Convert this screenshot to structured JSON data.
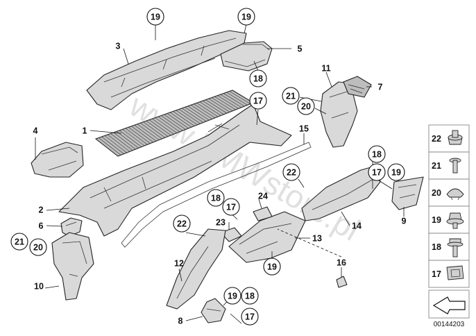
{
  "callouts": [
    {
      "label": "19",
      "circled": true
    },
    {
      "label": "19",
      "circled": true
    },
    {
      "label": "3",
      "circled": false
    },
    {
      "label": "5",
      "circled": false
    },
    {
      "label": "18",
      "circled": true
    },
    {
      "label": "17",
      "circled": true
    },
    {
      "label": "11",
      "circled": false
    },
    {
      "label": "7",
      "circled": false
    },
    {
      "label": "21",
      "circled": true
    },
    {
      "label": "20",
      "circled": true
    },
    {
      "label": "1",
      "circled": false
    },
    {
      "label": "4",
      "circled": false
    },
    {
      "label": "15",
      "circled": false
    },
    {
      "label": "18",
      "circled": true
    },
    {
      "label": "17",
      "circled": true
    },
    {
      "label": "19",
      "circled": true
    },
    {
      "label": "9",
      "circled": false
    },
    {
      "label": "22",
      "circled": true
    },
    {
      "label": "24",
      "circled": false
    },
    {
      "label": "2",
      "circled": false
    },
    {
      "label": "18",
      "circled": true
    },
    {
      "label": "17",
      "circled": true
    },
    {
      "label": "14",
      "circled": false
    },
    {
      "label": "6",
      "circled": false
    },
    {
      "label": "22",
      "circled": true
    },
    {
      "label": "23",
      "circled": false
    },
    {
      "label": "13",
      "circled": false
    },
    {
      "label": "21",
      "circled": true
    },
    {
      "label": "20",
      "circled": true
    },
    {
      "label": "12",
      "circled": false
    },
    {
      "label": "19",
      "circled": true
    },
    {
      "label": "16",
      "circled": false
    },
    {
      "label": "10",
      "circled": false
    },
    {
      "label": "19",
      "circled": true
    },
    {
      "label": "18",
      "circled": true
    },
    {
      "label": "8",
      "circled": false
    },
    {
      "label": "17",
      "circled": true
    }
  ],
  "legend": {
    "items": [
      {
        "label": "22",
        "icon": "nut-icon"
      },
      {
        "label": "21",
        "icon": "expansion-rivet-icon"
      },
      {
        "label": "20",
        "icon": "clip-washer-icon"
      },
      {
        "label": "19",
        "icon": "flange-nut-icon"
      },
      {
        "label": "18",
        "icon": "hex-bolt-icon"
      },
      {
        "label": "17",
        "icon": "sheet-metal-nut-icon"
      }
    ],
    "arrow_icon": "view-direction-arrow-icon"
  },
  "watermark": "www.BMWstore.pl",
  "doc_number": "00144203"
}
